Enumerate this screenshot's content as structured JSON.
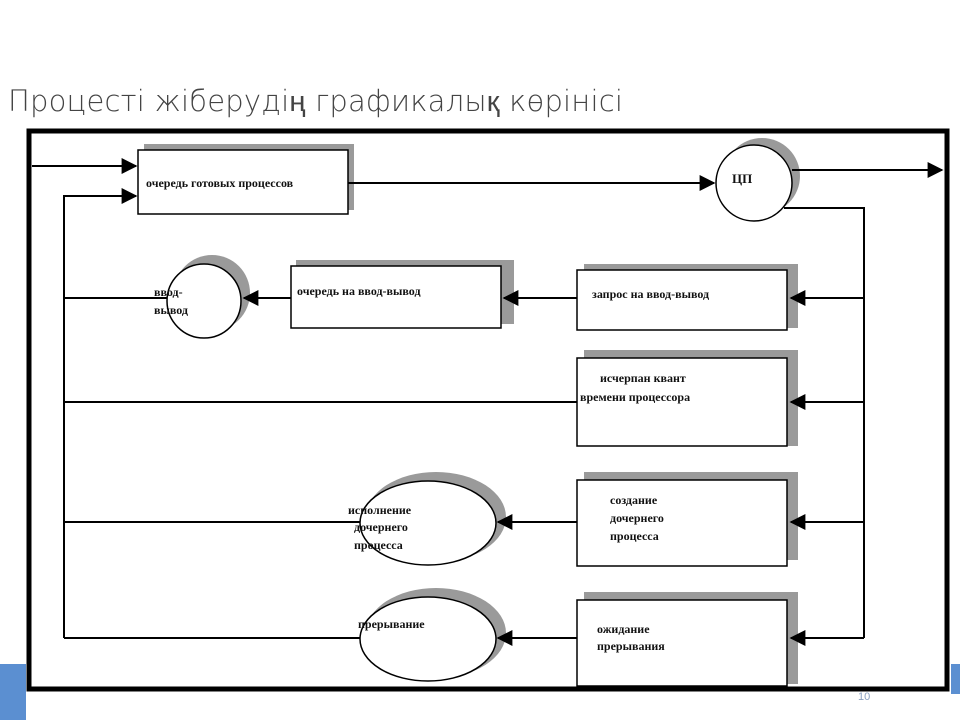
{
  "slide": {
    "title": "Процесті жіберудің графикалық көрінісі",
    "page_number": "10"
  },
  "diagram": {
    "ready_queue": "очередь готовых процессов",
    "cpu": "ЦП",
    "io_line1": "ввод-",
    "io_line2": "вывод",
    "io_queue": "очередь на ввод-вывод",
    "io_request": "запрос на ввод-вывод",
    "time_slice_line1": "исчерпан квант",
    "time_slice_line2": "времени процессора",
    "fork_line1": "создание",
    "fork_line2": "дочернего",
    "fork_line3": "процесса",
    "child_exec_line1": "исполнение",
    "child_exec_line2": "дочернего",
    "child_exec_line3": "процесса",
    "interrupt": "прерывание",
    "wait_int_line1": "ожидание",
    "wait_int_line2": "прерывания"
  },
  "colors": {
    "band": "#5b8fd1",
    "shadow": "#9a9a9a",
    "line": "#000000"
  }
}
